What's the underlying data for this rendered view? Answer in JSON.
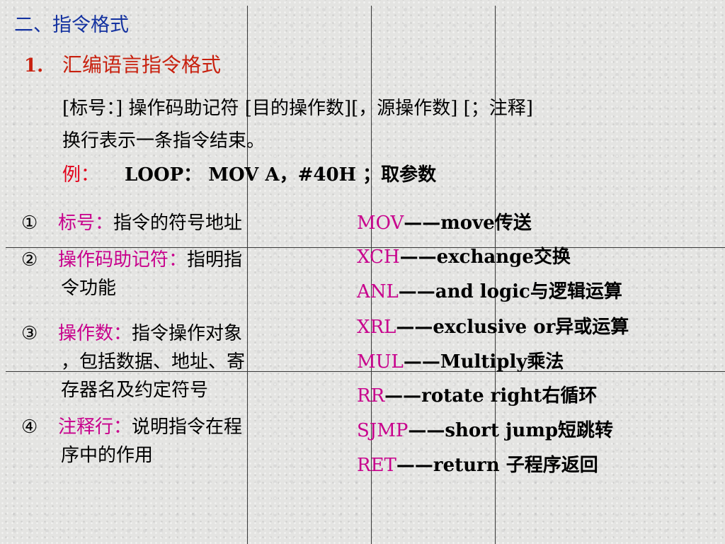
{
  "title": "二、指令格式",
  "subsection": {
    "number": "1.",
    "title": "汇编语言指令格式"
  },
  "format_line": "[标号：] 操作码助记符 [目的操作数][，源操作数]  [；注释]",
  "end_line": "换行表示一条指令结束。",
  "example": {
    "label": "例：",
    "code": "LOOP：  MOV   A，#40H ；取参数"
  },
  "items": [
    {
      "num": "①",
      "term": "标号：",
      "desc": "指令的符号地址",
      "cont": []
    },
    {
      "num": "②",
      "term": "操作码助记符：",
      "desc": "指明指",
      "cont": [
        "令功能"
      ]
    },
    {
      "num": "③",
      "term": "操作数：",
      "desc": "指令操作对象",
      "cont": [
        "，包括数据、地址、寄",
        "存器名及约定符号"
      ]
    },
    {
      "num": "④",
      "term": "注释行：",
      "desc": "说明指令在程",
      "cont": [
        "序中的作用"
      ]
    }
  ],
  "mnemonics": [
    {
      "code": "MOV",
      "desc": "——move传送"
    },
    {
      "code": "XCH",
      "desc": "——exchange交换"
    },
    {
      "code": "ANL",
      "desc": "——and logic与逻辑运算"
    },
    {
      "code": "XRL",
      "desc": "——exclusive or异或运算"
    },
    {
      "code": "MUL",
      "desc": "——Multiply乘法"
    },
    {
      "code": "RR",
      "desc": "——rotate right右循环"
    },
    {
      "code": "SJMP",
      "desc": "——short jump短跳转"
    },
    {
      "code": "RET",
      "desc": "——return 子程序返回"
    }
  ],
  "colors": {
    "title": "#1432a0",
    "subsection": "#c8200e",
    "term": "#c8008c",
    "example_label": "#e2001a"
  }
}
